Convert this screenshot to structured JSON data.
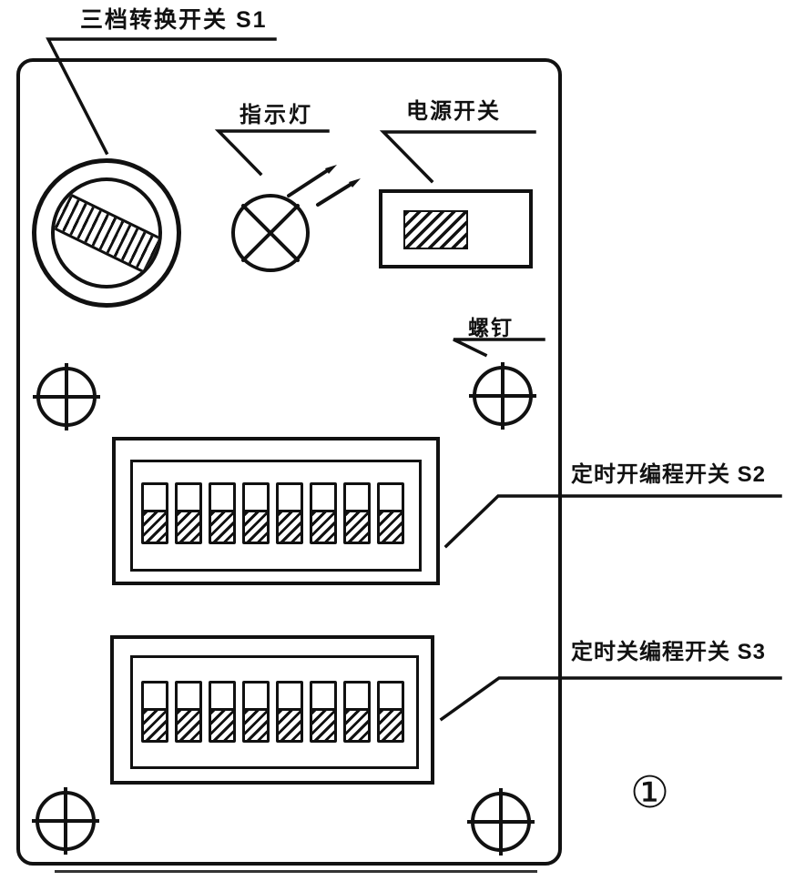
{
  "colors": {
    "ink": "#111111",
    "paper": "#ffffff"
  },
  "labels": {
    "s1": "三档转换开关 S1",
    "indicator": "指示灯",
    "power": "电源开关",
    "screw": "螺钉",
    "s2": "定时开编程开关 S2",
    "s3": "定时关编程开关 S3",
    "figure_number": "①"
  },
  "panel": {
    "screw_count": 4,
    "rotary_switch": {
      "designator": "S1",
      "style": "hatched knob bar in double circle"
    },
    "indicator_lamp": {
      "symbol": "circle with X cross and two emission arrows"
    },
    "power_switch": {
      "style": "rectangle with hatched slider"
    },
    "dip_banks": [
      {
        "designator": "S2",
        "switch_count": 8,
        "lever_position": "down"
      },
      {
        "designator": "S3",
        "switch_count": 8,
        "lever_position": "down"
      }
    ]
  }
}
